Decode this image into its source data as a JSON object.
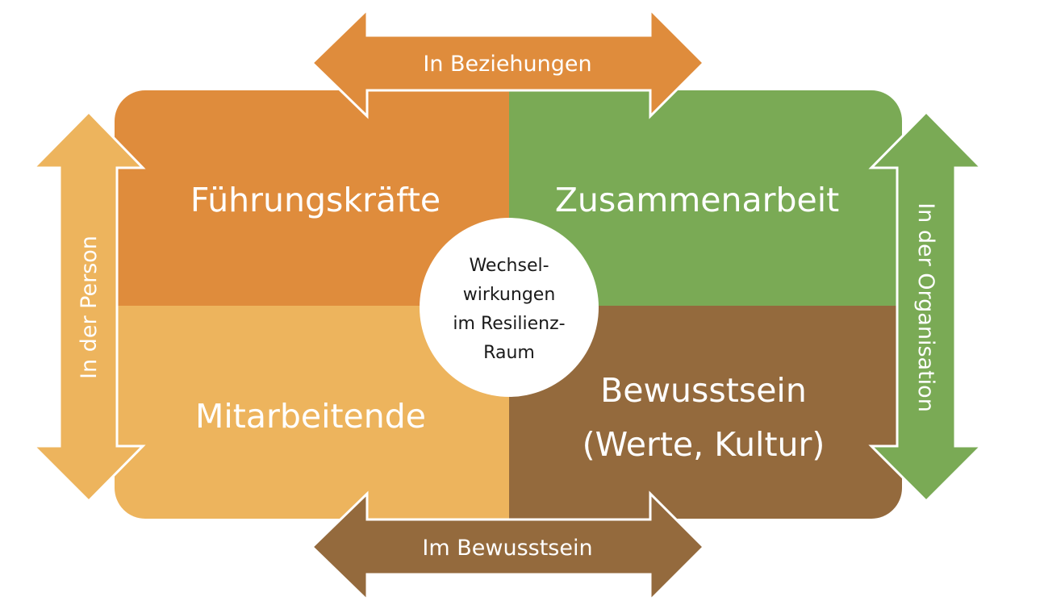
{
  "colors": {
    "top_left": "#df8c3c",
    "top_right": "#7aaa55",
    "bottom_left": "#edb45d",
    "bottom_right": "#946a3d",
    "center": "#ffffff",
    "arrow_top": "#df8c3c",
    "arrow_bottom": "#946a3d",
    "arrow_left": "#edb45d",
    "arrow_right": "#7aaa55"
  },
  "quadrants": {
    "top_left": {
      "label": "Führungskräfte"
    },
    "top_right": {
      "label": "Zusammenarbeit"
    },
    "bottom_left": {
      "label": "Mitarbeitende"
    },
    "bottom_right": {
      "label_line1": "Bewusstsein",
      "label_line2": "(Werte, Kultur)"
    }
  },
  "center": {
    "line1": "Wechsel-",
    "line2": "wirkungen",
    "line3": "im Resilienz-",
    "line4": "Raum"
  },
  "arrows": {
    "top": {
      "label": "In Beziehungen"
    },
    "bottom": {
      "label": "Im Bewusstsein"
    },
    "left": {
      "label": "In der Person"
    },
    "right": {
      "label": "In der Organisation"
    }
  }
}
